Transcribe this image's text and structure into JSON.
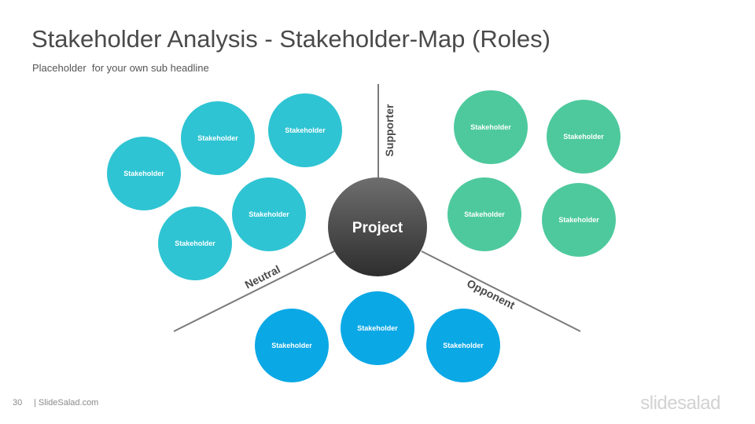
{
  "header": {
    "title": "Stakeholder Analysis - Stakeholder-Map (Roles)",
    "subtitle": "Placeholder  for your own sub headline"
  },
  "diagram": {
    "center_label": "Project",
    "axis_labels": {
      "supporter": "Supporter",
      "neutral": "Neutral",
      "opponent": "Opponent"
    },
    "colors": {
      "neutral": "#2ec4d3",
      "supporter": "#4ec99e",
      "opponent": "#0ba8e6",
      "center_top": "#6e6e6e",
      "center_bottom": "#2e2e2e",
      "lines": "#7a7a7a"
    },
    "groups": {
      "neutral": [
        "Stakeholder",
        "Stakeholder",
        "Stakeholder",
        "Stakeholder",
        "Stakeholder"
      ],
      "supporter": [
        "Stakeholder",
        "Stakeholder",
        "Stakeholder",
        "Stakeholder"
      ],
      "opponent": [
        "Stakeholder",
        "Stakeholder",
        "Stakeholder"
      ]
    }
  },
  "footer": {
    "page_number": "30",
    "brand": "| SlideSalad.com",
    "logo_text": "slidesalad"
  }
}
